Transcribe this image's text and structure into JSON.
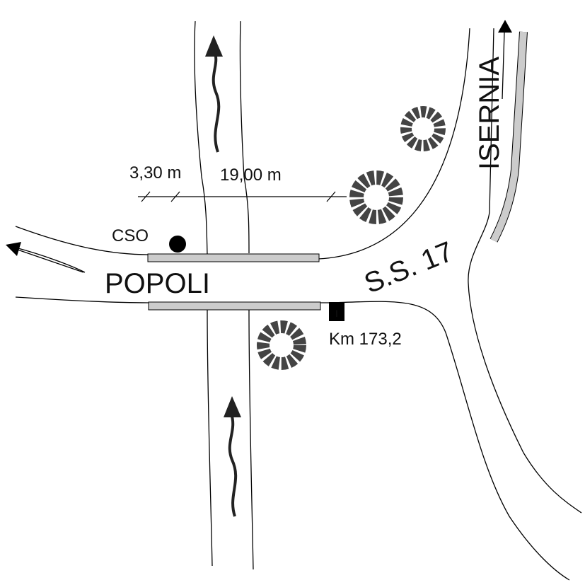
{
  "labels": {
    "town_west": "POPOLI",
    "town_north": "ISERNIA",
    "road": "S.S. 17",
    "station": "CSO",
    "km": "Km 173,2",
    "dim_small": "3,30 m",
    "dim_large": "19,00 m",
    "km_marker": "I"
  },
  "colors": {
    "line": "#000000",
    "bridge": "#cccccc",
    "tree": "#444444"
  }
}
